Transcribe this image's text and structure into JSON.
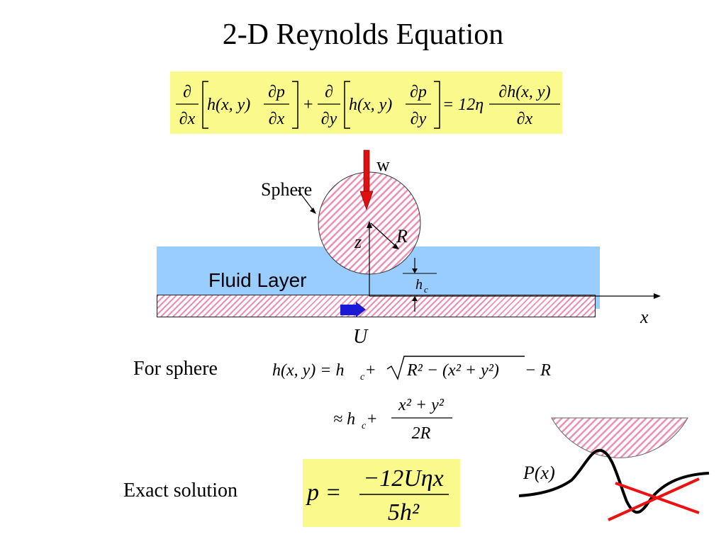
{
  "title": "2-D Reynolds Equation",
  "reynolds_equation": {
    "d": "∂",
    "dx": "∂x",
    "dy": "∂y",
    "dp": "∂p",
    "h_xy": "h(x, y)",
    "plus": "+",
    "equals_12_eta": "= 12η",
    "dh_xy": "∂h(x, y)"
  },
  "diagram": {
    "load_label": "w",
    "sphere_label": "Sphere",
    "radius_label": "R",
    "z_axis_label": "z",
    "x_axis_label": "x",
    "gap_label": "h",
    "gap_subscript": "c",
    "fluid_label": "Fluid Layer",
    "velocity_label": "U"
  },
  "sphere_equation": {
    "caption": "For sphere",
    "line1": {
      "lhs": "h(x, y) = h",
      "sub": "c",
      "plus": " + ",
      "radicand": "R² − (x² + y²)",
      "tail": " − R"
    },
    "line2": {
      "approx": "≈ h",
      "sub": "c",
      "plus": " + ",
      "numerator": "x² + y²",
      "denominator": "2R"
    }
  },
  "exact_solution": {
    "caption": "Exact solution",
    "lhs": "p =",
    "numerator": "−12Uηx",
    "denominator": "5h²"
  },
  "pressure_sketch": {
    "label": "P(x)"
  },
  "colors": {
    "equation_highlight": "#fafa8c",
    "fluid": "#99ccff",
    "hatch": "#ef8fb6",
    "load_arrow": "#e01010",
    "velocity_arrow": "#1a1ad6",
    "cross": "#ee1111"
  }
}
